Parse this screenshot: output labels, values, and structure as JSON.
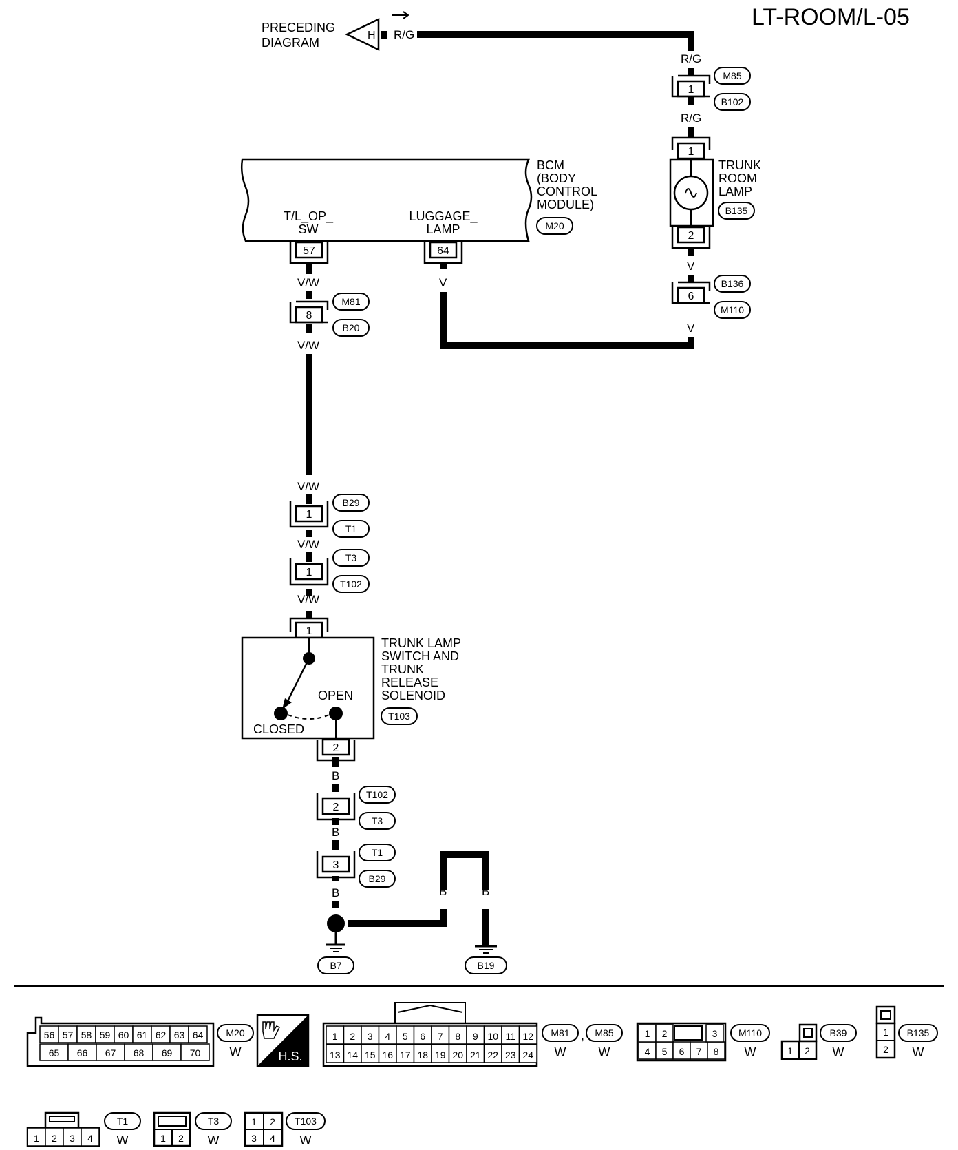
{
  "page_title": "LT-ROOM/L-05",
  "preceding_diagram": {
    "label_line1": "PRECEDING",
    "label_line2": "DIAGRAM",
    "connector_letter": "H"
  },
  "wire_colors": {
    "rg": "R/G",
    "v": "V",
    "vw": "V/W",
    "b": "B"
  },
  "bcm": {
    "name_lines": [
      "BCM",
      "(BODY",
      "CONTROL",
      "MODULE)"
    ],
    "connector": "M20",
    "terminals": [
      {
        "name_line1": "T/L_OP_",
        "name_line2": "SW",
        "pin": "57"
      },
      {
        "name_line1": "LUGGAGE_",
        "name_line2": "LAMP",
        "pin": "64"
      }
    ]
  },
  "trunk_room_lamp": {
    "name_lines": [
      "TRUNK",
      "ROOM",
      "LAMP"
    ],
    "connector": "B135",
    "pins": [
      "1",
      "2"
    ]
  },
  "junctions": [
    {
      "id": "j_m85",
      "pin": "1",
      "upper": "M85",
      "lower": "B102"
    },
    {
      "id": "j_b136",
      "pin": "6",
      "upper": "B136",
      "lower": "M110"
    },
    {
      "id": "j_m81",
      "pin": "8",
      "upper": "M81",
      "lower": "B20"
    },
    {
      "id": "j_b29",
      "pin": "1",
      "upper": "B29",
      "lower": "T1"
    },
    {
      "id": "j_t3",
      "pin": "1",
      "upper": "T3",
      "lower": "T102"
    },
    {
      "id": "j_t102b",
      "pin": "2",
      "upper": "T102",
      "lower": "T3"
    },
    {
      "id": "j_t1b",
      "pin": "3",
      "upper": "T1",
      "lower": "B29"
    }
  ],
  "trunk_switch": {
    "name_lines": [
      "TRUNK LAMP",
      "SWITCH AND",
      "TRUNK",
      "RELEASE",
      "SOLENOID"
    ],
    "connector": "T103",
    "pins": [
      "1",
      "2"
    ],
    "state_open": "OPEN",
    "state_closed": "CLOSED"
  },
  "grounds": [
    "B7",
    "B19"
  ],
  "connector_views": {
    "m20": {
      "top": [
        "56",
        "57",
        "58",
        "59",
        "60",
        "61",
        "62",
        "63",
        "64"
      ],
      "bottom": [
        "65",
        "66",
        "67",
        "68",
        "69",
        "70"
      ],
      "ids": [
        "M20"
      ],
      "color": "W"
    },
    "hs_badge": "H.S.",
    "m81_m85": {
      "top": [
        "1",
        "2",
        "3",
        "4",
        "5",
        "6",
        "7",
        "8",
        "9",
        "10",
        "11",
        "12"
      ],
      "bottom": [
        "13",
        "14",
        "15",
        "16",
        "17",
        "18",
        "19",
        "20",
        "21",
        "22",
        "23",
        "24"
      ],
      "ids": [
        "M81",
        "M85"
      ],
      "separator": ",",
      "color": "W"
    },
    "m110": {
      "top": [
        "1",
        "2",
        "3"
      ],
      "bottom": [
        "4",
        "5",
        "6",
        "7",
        "8"
      ],
      "ids": [
        "M110"
      ],
      "color": "W"
    },
    "b39": {
      "cells": [
        "1",
        "2"
      ],
      "ids": [
        "B39"
      ],
      "color": "W"
    },
    "b135": {
      "cells": [
        "1",
        "2"
      ],
      "ids": [
        "B135"
      ],
      "color": "W"
    },
    "t1": {
      "cells": [
        "1",
        "2",
        "3",
        "4"
      ],
      "ids": [
        "T1"
      ],
      "color": "W"
    },
    "t3": {
      "cells": [
        "1",
        "2"
      ],
      "ids": [
        "T3"
      ],
      "color": "W"
    },
    "t103": {
      "top": [
        "1",
        "2"
      ],
      "bottom": [
        "3",
        "4"
      ],
      "ids": [
        "T103"
      ],
      "color": "W"
    }
  }
}
